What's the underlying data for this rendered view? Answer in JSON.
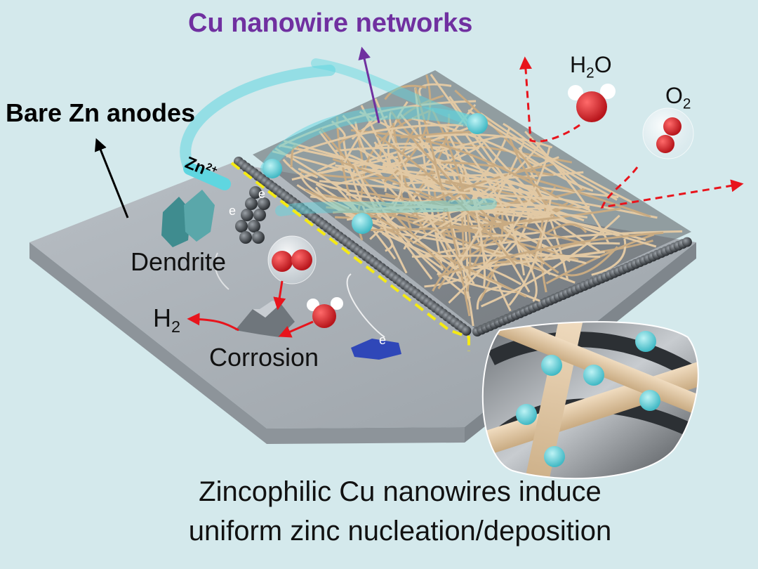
{
  "labels": {
    "cu_networks": "Cu nanowire networks",
    "bare_zn": "Bare Zn anodes",
    "h2o_base": "H",
    "h2o_sub": "2",
    "h2o_tail": "O",
    "o2_base": "O",
    "o2_sub": "2",
    "dendrite": "Dendrite",
    "h2_base": "H",
    "h2_sub": "2",
    "corrosion": "Corrosion",
    "zn_base": "Zn",
    "zn_sup": "2+",
    "electron": "e",
    "bottom_line1": "Zincophilic Cu nanowires induce",
    "bottom_line2": "uniform zinc nucleation/deposition"
  },
  "colors": {
    "background": "#d4e9ec",
    "title_purple": "#7030a0",
    "arrow_red": "#e8141c",
    "boundary_yellow": "#f5ea14",
    "nanowire": "#e2c9a4",
    "zinc_ion": "#5fd6e0",
    "zn_plate": "#a6adb3"
  }
}
